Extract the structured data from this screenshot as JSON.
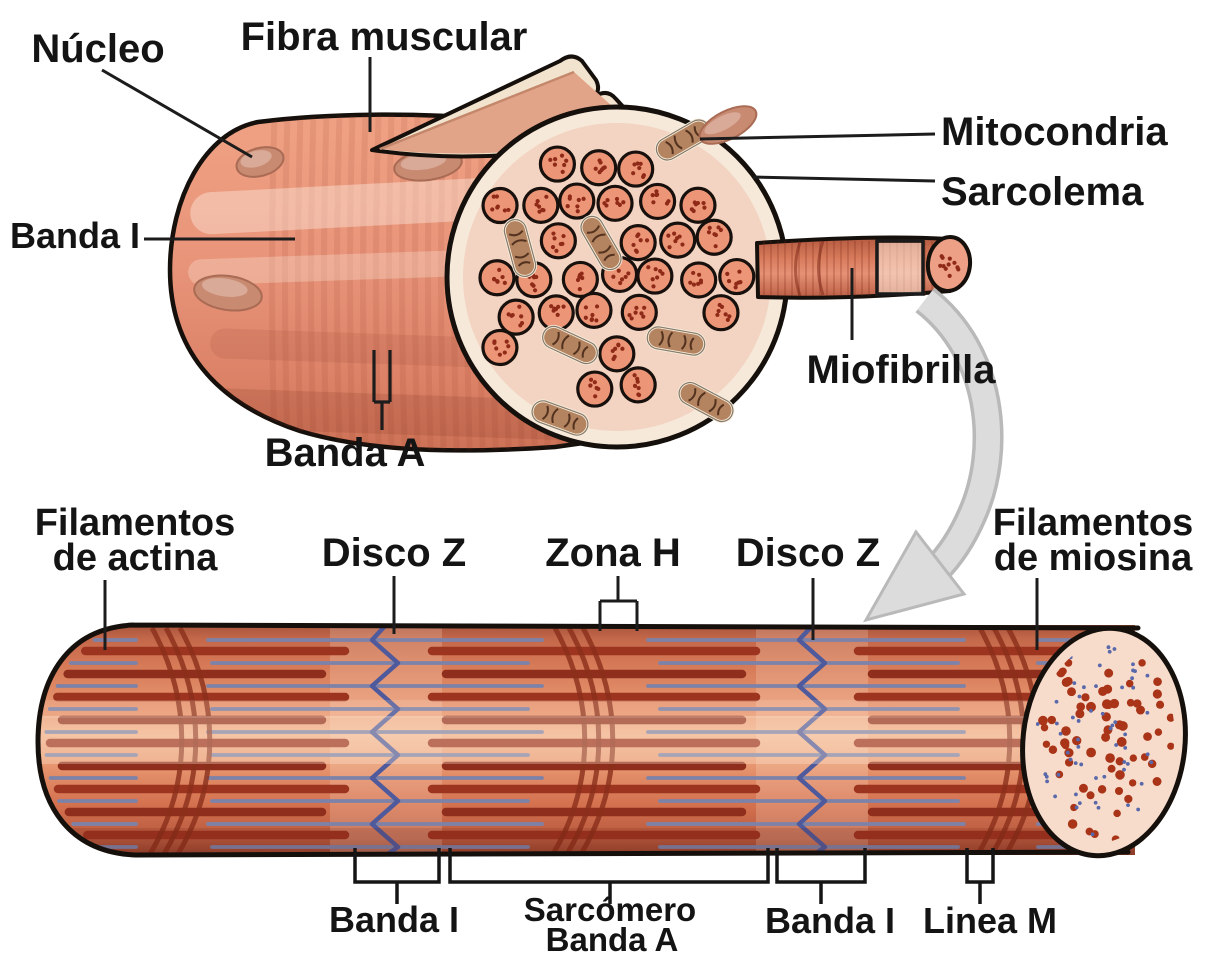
{
  "diagram": {
    "title_semantic": "Estructura de la fibra muscular y del sarcómero",
    "top": {
      "nucleo": "Núcleo",
      "fibra_muscular": "Fibra muscular",
      "mitocondria": "Mitocondria",
      "sarcolema": "Sarcolema",
      "banda_i": "Banda I",
      "banda_a": "Banda A",
      "miofibrilla": "Miofibrilla"
    },
    "bottom": {
      "filamentos_actina_line1": "Filamentos",
      "filamentos_actina_line2": "de actina",
      "disco_z_left": "Disco Z",
      "zona_h": "Zona H",
      "disco_z_right": "Disco Z",
      "filamentos_miosina_line1": "Filamentos",
      "filamentos_miosina_line2": "de miosina",
      "banda_i_left": "Banda I",
      "sarcomero": "Sarcómero",
      "banda_a": "Banda A",
      "banda_i_right": "Banda I",
      "linea_m": "Linea M"
    },
    "colors": {
      "fiber_salmon": "#e8947a",
      "fiber_light": "#f2ae8e",
      "cross_section_ring": "#f6e9da",
      "cross_section_bg": "#f3d3c1",
      "myofibril_fill": "#ec9677",
      "myofibril_dot": "#8f2a18",
      "mitochondria_fill": "#b4835f",
      "dark_red": "#9c3420",
      "dark_red_alt": "#8f2e1c",
      "actin_blue": "#7d82a8",
      "z_disc_blue": "#4e5a9c",
      "m_line_red": "#8a2e1a",
      "end_cap_cream": "#f7dccb",
      "end_dot_red": "#a93418",
      "end_dot_blue": "#5868aa",
      "arrow_gray": "#dcdcdc",
      "arrow_gray_edge": "#b9b9b9",
      "outline_black": "#16100c",
      "leader_black": "#1c1c1c"
    }
  }
}
